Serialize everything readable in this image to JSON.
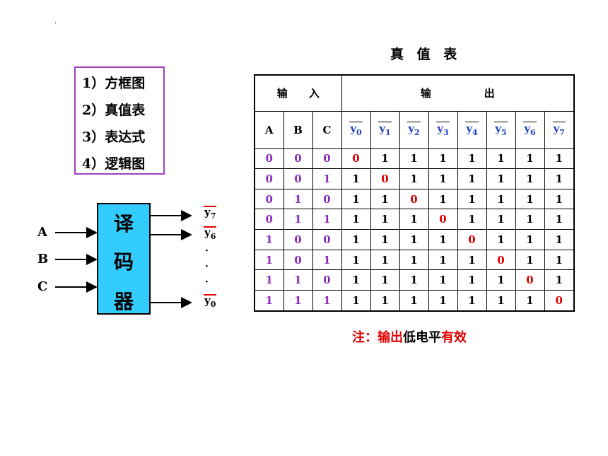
{
  "title": "真 值 表",
  "menu": [
    "1）方框图",
    "2）真值表",
    "3）表达式",
    "4）逻辑图"
  ],
  "decoder": {
    "chars": [
      "译",
      "码",
      "器"
    ],
    "inputs": [
      "A",
      "B",
      "C"
    ],
    "outputs": {
      "top": "y",
      "top_sub": "7",
      "mid": "y",
      "mid_sub": "6",
      "bottom": "y",
      "bottom_sub": "0"
    },
    "dots": [
      "·",
      "·",
      "·"
    ]
  },
  "table": {
    "input_header": "输　　入",
    "output_header": "输　　　　　出",
    "input_cols": [
      "A",
      "B",
      "C"
    ],
    "output_cols": [
      "0",
      "1",
      "2",
      "3",
      "4",
      "5",
      "6",
      "7"
    ],
    "output_col_prefix": "y",
    "rows": [
      {
        "in": [
          "0",
          "0",
          "0"
        ],
        "out": [
          "0",
          "1",
          "1",
          "1",
          "1",
          "1",
          "1",
          "1"
        ]
      },
      {
        "in": [
          "0",
          "0",
          "1"
        ],
        "out": [
          "1",
          "0",
          "1",
          "1",
          "1",
          "1",
          "1",
          "1"
        ]
      },
      {
        "in": [
          "0",
          "1",
          "0"
        ],
        "out": [
          "1",
          "1",
          "0",
          "1",
          "1",
          "1",
          "1",
          "1"
        ]
      },
      {
        "in": [
          "0",
          "1",
          "1"
        ],
        "out": [
          "1",
          "1",
          "1",
          "0",
          "1",
          "1",
          "1",
          "1"
        ]
      },
      {
        "in": [
          "1",
          "0",
          "0"
        ],
        "out": [
          "1",
          "1",
          "1",
          "1",
          "0",
          "1",
          "1",
          "1"
        ]
      },
      {
        "in": [
          "1",
          "0",
          "1"
        ],
        "out": [
          "1",
          "1",
          "1",
          "1",
          "1",
          "0",
          "1",
          "1"
        ]
      },
      {
        "in": [
          "1",
          "1",
          "0"
        ],
        "out": [
          "1",
          "1",
          "1",
          "1",
          "1",
          "1",
          "0",
          "1"
        ]
      },
      {
        "in": [
          "1",
          "1",
          "1"
        ],
        "out": [
          "1",
          "1",
          "1",
          "1",
          "1",
          "1",
          "1",
          "0"
        ]
      }
    ]
  },
  "note": {
    "part1": "注：输出",
    "part2": "低电平",
    "part3": "有效"
  },
  "colors": {
    "input_values": "#8a2bbd",
    "active_zero": "#e00000",
    "header_y": "#1f3fbf",
    "block": "#33ccff",
    "menu_border": "#a23fbf"
  }
}
